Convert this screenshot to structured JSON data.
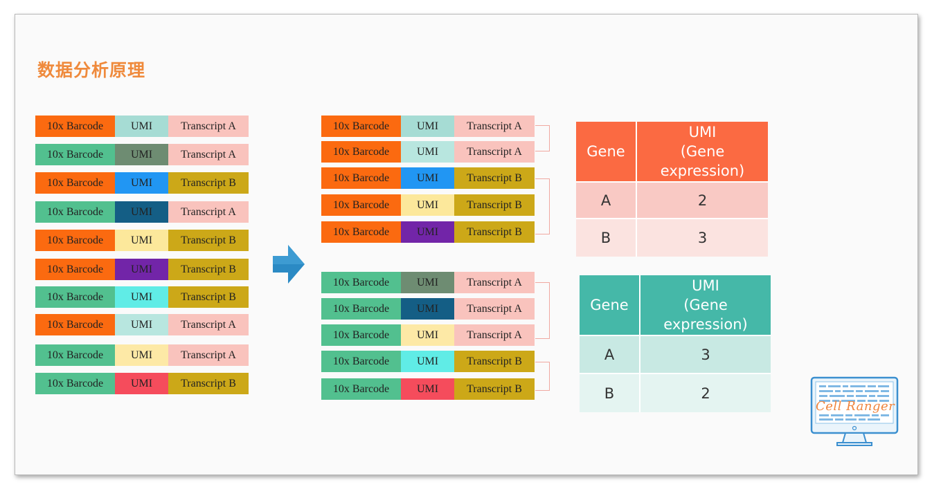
{
  "title": "数据分析原理",
  "colors": {
    "orange": "#fb6a10",
    "green": "#4fc08d",
    "teal_header": "#45b8a8",
    "red_header": "#fb6a42",
    "pink": "#f9c2bd",
    "mustard": "#cca818",
    "umi_light": "#a9ddd6"
  },
  "left_reads": [
    {
      "barcode": "10x Barcode",
      "umi": "UMI",
      "transcript": "Transcript A",
      "bc_color": "#fb6a10",
      "umi_color": "#a6dcd4",
      "tr_color": "#f9c3bd"
    },
    {
      "barcode": "10x Barcode",
      "umi": "UMI",
      "transcript": "Transcript A",
      "bc_color": "#52c08f",
      "umi_color": "#6e8c72",
      "tr_color": "#f9c3bd"
    },
    {
      "barcode": "10x Barcode",
      "umi": "UMI",
      "transcript": "Transcript B",
      "bc_color": "#fb6a10",
      "umi_color": "#2196f3",
      "tr_color": "#cca818"
    },
    {
      "barcode": "10x Barcode",
      "umi": "UMI",
      "transcript": "Transcript A",
      "bc_color": "#52c08f",
      "umi_color": "#145e85",
      "tr_color": "#f9c3bd"
    },
    {
      "barcode": "10x Barcode",
      "umi": "UMI",
      "transcript": "Transcript B",
      "bc_color": "#fb6a10",
      "umi_color": "#fce89b",
      "tr_color": "#cca818"
    },
    {
      "barcode": "10x Barcode",
      "umi": "UMI",
      "transcript": "Transcript B",
      "bc_color": "#fb6a10",
      "umi_color": "#7225a8",
      "tr_color": "#cca818"
    },
    {
      "barcode": "10x Barcode",
      "umi": "UMI",
      "transcript": "Transcript B",
      "bc_color": "#52c08f",
      "umi_color": "#60ece6",
      "tr_color": "#cca818"
    },
    {
      "barcode": "10x Barcode",
      "umi": "UMI",
      "transcript": "Transcript A",
      "bc_color": "#fb6a10",
      "umi_color": "#b8e6df",
      "tr_color": "#f9c3bd"
    },
    {
      "barcode": "10x Barcode",
      "umi": "UMI",
      "transcript": "Transcript A",
      "bc_color": "#52c08f",
      "umi_color": "#fde9a6",
      "tr_color": "#f9c3bd"
    },
    {
      "barcode": "10x Barcode",
      "umi": "UMI",
      "transcript": "Transcript B",
      "bc_color": "#52c08f",
      "umi_color": "#f54c5c",
      "tr_color": "#cca818"
    }
  ],
  "right_top_reads": [
    {
      "barcode": "10x Barcode",
      "umi": "UMI",
      "transcript": "Transcript A",
      "bc_color": "#fb6a10",
      "umi_color": "#a6dcd4",
      "tr_color": "#f9c3bd"
    },
    {
      "barcode": "10x Barcode",
      "umi": "UMI",
      "transcript": "Transcript A",
      "bc_color": "#fb6a10",
      "umi_color": "#b8e6df",
      "tr_color": "#f9c3bd"
    },
    {
      "barcode": "10x Barcode",
      "umi": "UMI",
      "transcript": "Transcript B",
      "bc_color": "#fb6a10",
      "umi_color": "#2196f3",
      "tr_color": "#cca818"
    },
    {
      "barcode": "10x Barcode",
      "umi": "UMI",
      "transcript": "Transcript B",
      "bc_color": "#fb6a10",
      "umi_color": "#fce89b",
      "tr_color": "#cca818"
    },
    {
      "barcode": "10x Barcode",
      "umi": "UMI",
      "transcript": "Transcript B",
      "bc_color": "#fb6a10",
      "umi_color": "#7225a8",
      "tr_color": "#cca818"
    }
  ],
  "right_bottom_reads": [
    {
      "barcode": "10x Barcode",
      "umi": "UMI",
      "transcript": "Transcript A",
      "bc_color": "#52c08f",
      "umi_color": "#6e8c72",
      "tr_color": "#f9c3bd"
    },
    {
      "barcode": "10x Barcode",
      "umi": "UMI",
      "transcript": "Transcript A",
      "bc_color": "#52c08f",
      "umi_color": "#145e85",
      "tr_color": "#f9c3bd"
    },
    {
      "barcode": "10x Barcode",
      "umi": "UMI",
      "transcript": "Transcript A",
      "bc_color": "#52c08f",
      "umi_color": "#fde9a6",
      "tr_color": "#f9c3bd"
    },
    {
      "barcode": "10x Barcode",
      "umi": "UMI",
      "transcript": "Transcript B",
      "bc_color": "#52c08f",
      "umi_color": "#60ece6",
      "tr_color": "#cca818"
    },
    {
      "barcode": "10x Barcode",
      "umi": "UMI",
      "transcript": "Transcript B",
      "bc_color": "#52c08f",
      "umi_color": "#f54c5c",
      "tr_color": "#cca818"
    }
  ],
  "table_top": {
    "header_gene": "Gene",
    "header_umi_1": "UMI",
    "header_umi_2": "(Gene expression)",
    "rows": [
      {
        "gene": "A",
        "count": "2"
      },
      {
        "gene": "B",
        "count": "3"
      }
    ]
  },
  "table_bottom": {
    "header_gene": "Gene",
    "header_umi_1": "UMI",
    "header_umi_2": "(Gene expression)",
    "rows": [
      {
        "gene": "A",
        "count": "3"
      },
      {
        "gene": "B",
        "count": "2"
      }
    ]
  },
  "logo_text": "Cell Ranger"
}
